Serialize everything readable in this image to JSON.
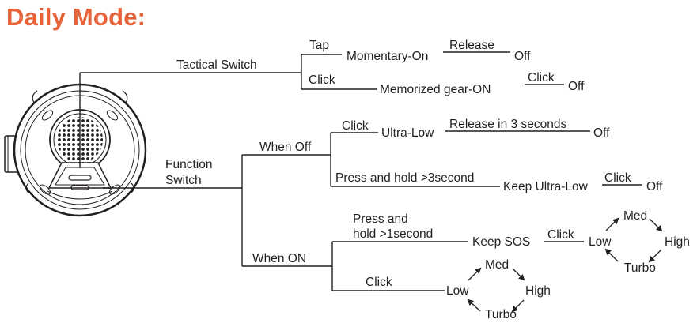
{
  "title": "Daily Mode:",
  "colors": {
    "title": "#e8633a",
    "ink": "#231f20"
  },
  "device": {
    "icon": "flashlight-head-icon"
  },
  "tactical": {
    "label": "Tactical Switch",
    "tap": {
      "action": "Tap",
      "result": "Momentary-On",
      "release": "Release",
      "off": "Off"
    },
    "click": {
      "action": "Click",
      "result": "Memorized gear-ON",
      "click": "Click",
      "off": "Off"
    }
  },
  "function": {
    "label_line1": "Function",
    "label_line2": "Switch",
    "when_off": {
      "label": "When Off",
      "click": {
        "action": "Click",
        "result": "Ultra-Low",
        "release": "Release in 3 seconds",
        "off": "Off"
      },
      "hold": {
        "action": "Press and hold >3second",
        "result": "Keep Ultra-Low",
        "click": "Click",
        "off": "Off"
      }
    },
    "when_on": {
      "label": "When ON",
      "hold": {
        "action_line1": "Press and",
        "action_line2": "hold >1second",
        "result": "Keep SOS",
        "click": "Click",
        "cycle": {
          "low": "Low",
          "med": "Med",
          "high": "High",
          "turbo": "Turbo"
        }
      },
      "click": {
        "action": "Click",
        "cycle": {
          "low": "Low",
          "med": "Med",
          "high": "High",
          "turbo": "Turbo"
        }
      }
    }
  }
}
